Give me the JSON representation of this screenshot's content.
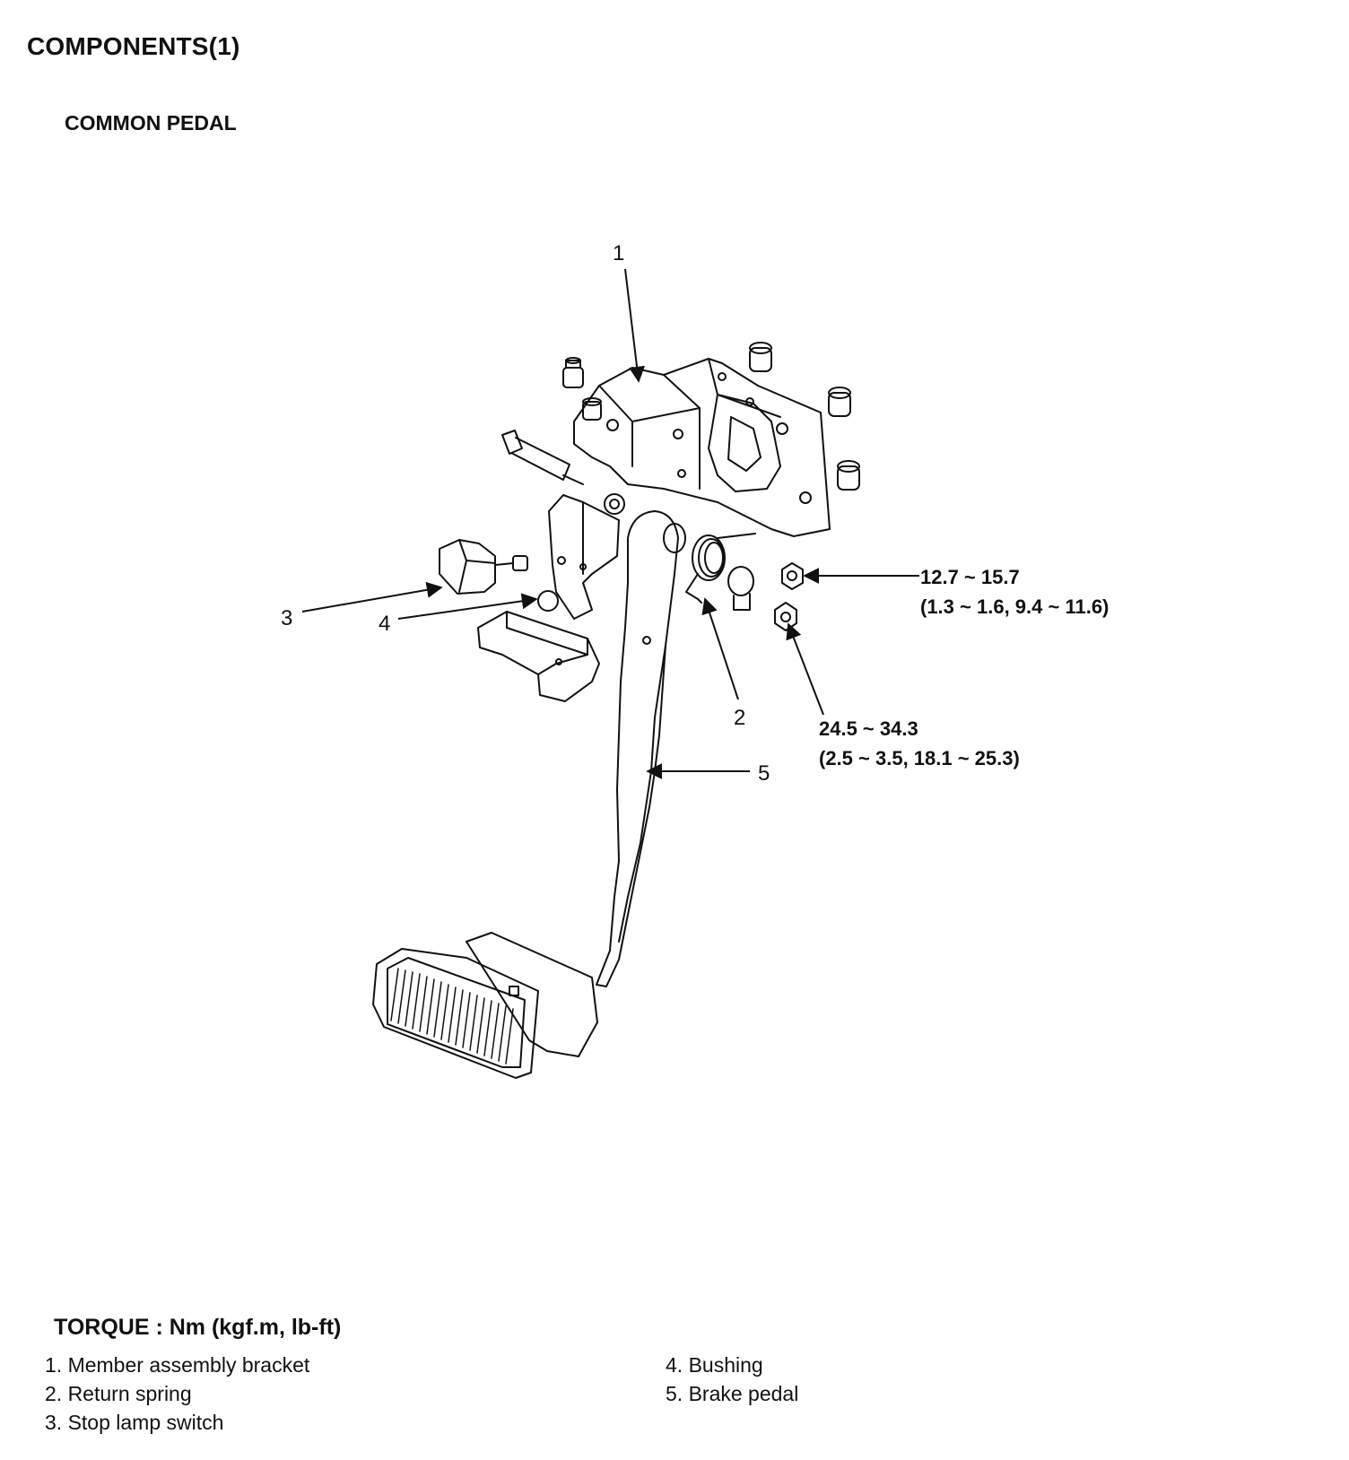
{
  "header": {
    "title": "COMPONENTS(1)",
    "subtitle": "COMMON PEDAL"
  },
  "callouts": {
    "c1": "1",
    "c2": "2",
    "c3": "3",
    "c4": "4",
    "c5": "5"
  },
  "torque_specs": {
    "upper": {
      "value": "12.7 ~ 15.7",
      "detail": "(1.3 ~ 1.6, 9.4 ~ 11.6)"
    },
    "lower": {
      "value": "24.5 ~ 34.3",
      "detail": "(2.5 ~ 3.5, 18.1 ~ 25.3)"
    }
  },
  "legend": {
    "title": "TORQUE : Nm (kgf.m, lb-ft)",
    "items": [
      "1. Member assembly bracket",
      "2. Return spring",
      "3. Stop lamp switch",
      "4. Bushing",
      "5. Brake pedal"
    ]
  }
}
